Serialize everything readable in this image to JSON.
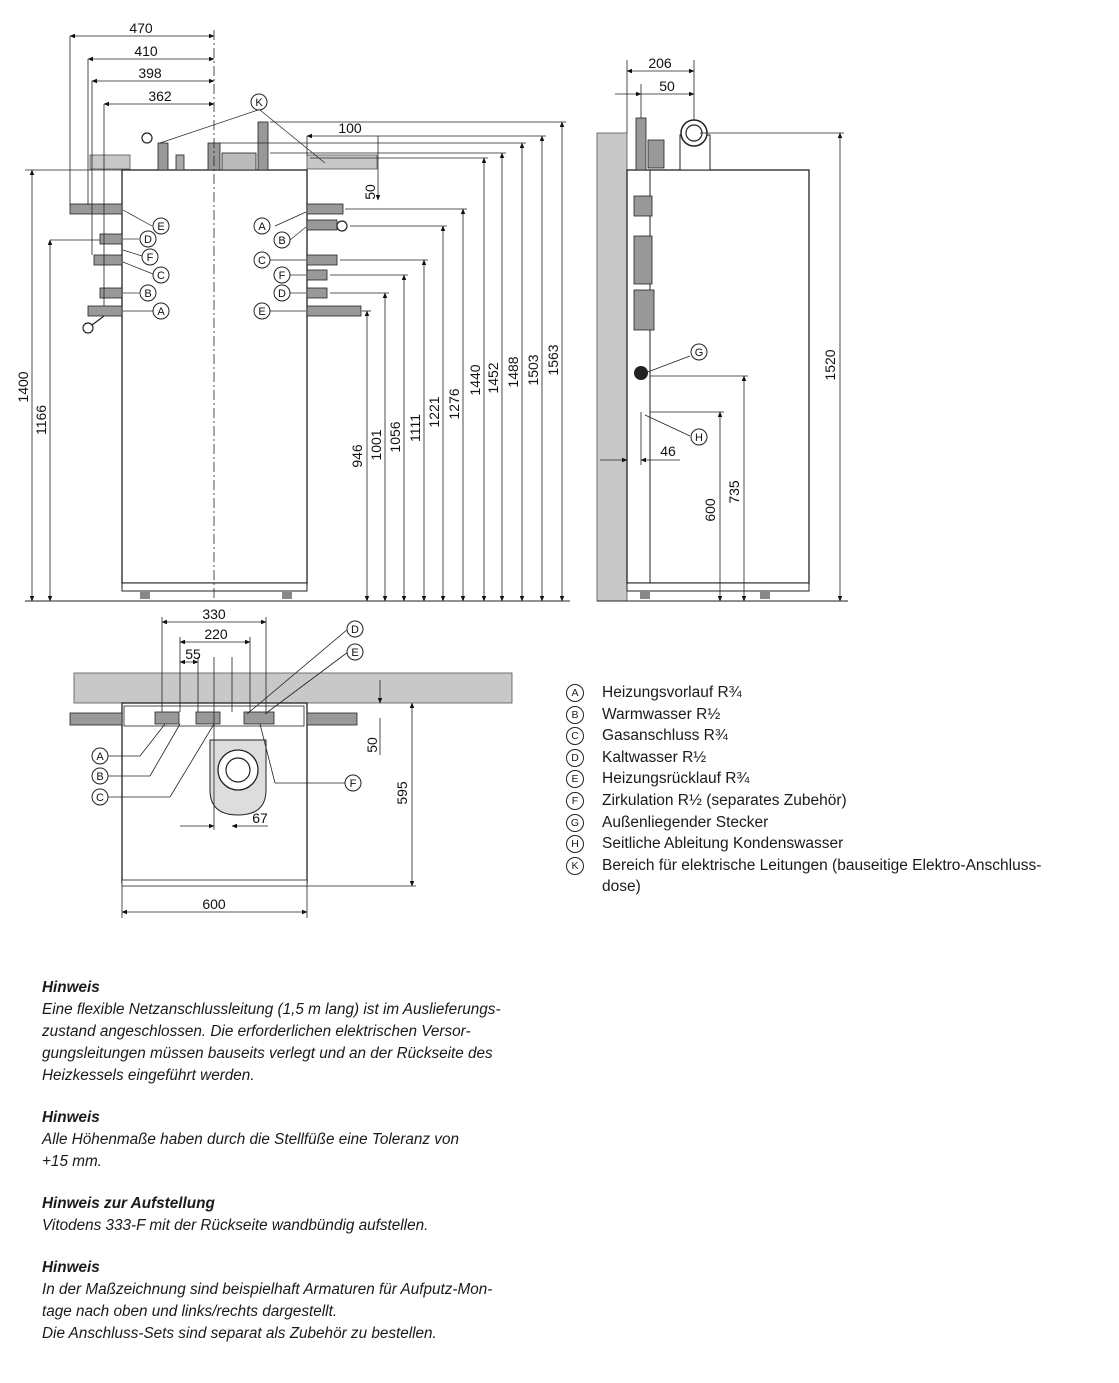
{
  "front_view": {
    "dims_top": [
      "470",
      "410",
      "398",
      "362",
      "100",
      "50"
    ],
    "dims_left": [
      "1400",
      "1166"
    ],
    "dims_right": [
      "946",
      "1001",
      "1056",
      "1111",
      "1221",
      "1276",
      "1440",
      "1452",
      "1488",
      "1503",
      "1563"
    ],
    "markers_left": [
      "E",
      "D",
      "F",
      "C",
      "B",
      "A"
    ],
    "markers_right": [
      "A",
      "B",
      "C",
      "F",
      "D",
      "E"
    ],
    "marker_top": "K"
  },
  "side_view": {
    "dims": [
      "206",
      "50",
      "1520",
      "735",
      "600",
      "46"
    ],
    "markers": [
      "G",
      "H"
    ]
  },
  "top_view": {
    "dims": [
      "330",
      "220",
      "55",
      "50",
      "595",
      "67",
      "600"
    ],
    "markers": [
      "D",
      "E",
      "A",
      "B",
      "C",
      "F"
    ]
  },
  "legend": [
    {
      "letter": "A",
      "text": "Heizungsvorlauf R¾"
    },
    {
      "letter": "B",
      "text": "Warmwasser R½"
    },
    {
      "letter": "C",
      "text": "Gasanschluss R¾"
    },
    {
      "letter": "D",
      "text": "Kaltwasser R½"
    },
    {
      "letter": "E",
      "text": "Heizungsrücklauf R¾"
    },
    {
      "letter": "F",
      "text": "Zirkulation R½ (separates Zubehör)"
    },
    {
      "letter": "G",
      "text": "Außenliegender Stecker"
    },
    {
      "letter": "H",
      "text": "Seitliche Ableitung Kondenswasser"
    },
    {
      "letter": "K",
      "text": "Bereich für elektrische Leitungen (bauseitige Elektro-Anschluss-\ndose)"
    }
  ],
  "notes": [
    {
      "title": "Hinweis",
      "text": "Eine flexible Netzanschlussleitung (1,5 m lang) ist im Auslieferungs-\nzustand angeschlossen. Die erforderlichen elektrischen Versor-\ngungsleitungen müssen bauseits verlegt und an der Rückseite des\nHeizkessels eingeführt werden."
    },
    {
      "title": "Hinweis",
      "text": "Alle Höhenmaße haben durch die Stellfüße eine Toleranz von\n+15 mm."
    },
    {
      "title": "Hinweis zur Aufstellung",
      "text": "Vitodens 333-F mit der Rückseite wandbündig aufstellen."
    },
    {
      "title": "Hinweis",
      "text": "In der Maßzeichnung sind beispielhaft Armaturen für Aufputz-Mon-\ntage nach oben und links/rechts dargestellt.\nDie Anschluss-Sets sind separat als Zubehör zu bestellen."
    }
  ]
}
